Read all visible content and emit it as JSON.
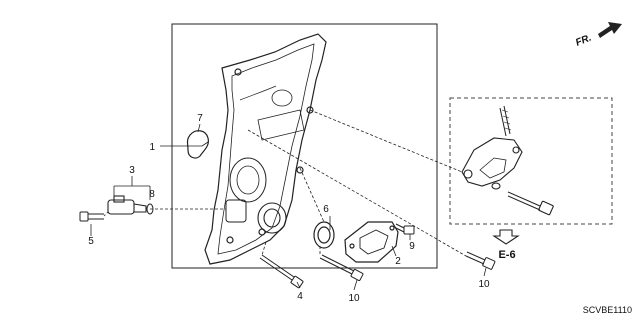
{
  "diagram": {
    "callouts": {
      "c1": "1",
      "c2": "2",
      "c3": "3",
      "c4": "4",
      "c5": "5",
      "c6": "6",
      "c7": "7",
      "c8": "8",
      "c9": "9",
      "c10a": "10",
      "c10b": "10"
    },
    "reference_label": "E-6",
    "direction_label": "FR.",
    "part_code": "SCVBE1110"
  }
}
